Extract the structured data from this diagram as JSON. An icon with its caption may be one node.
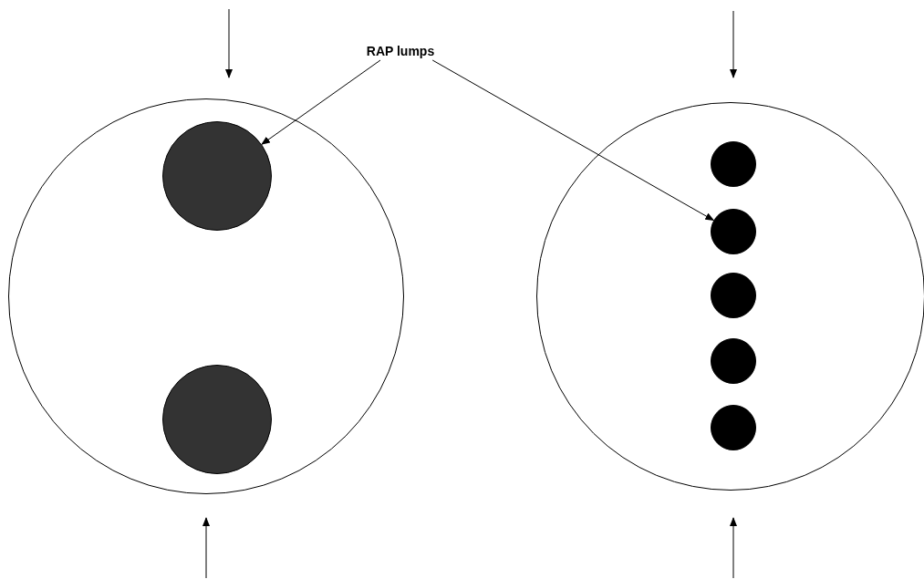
{
  "diagram": {
    "nodes": [
      {
        "text": [
          "RAP lumps"
        ]
      },
      {
        "text": [],
        "shape": "circle"
      },
      {
        "text": [],
        "shape": "circle",
        "in": 1
      },
      {
        "text": [],
        "shape": "circle",
        "in": 1
      },
      {
        "text": [],
        "shape": "circle"
      },
      {
        "text": [],
        "shape": "circle",
        "in": 4
      },
      {
        "text": [],
        "shape": "circle",
        "in": 4
      },
      {
        "text": [],
        "shape": "circle",
        "in": 4
      },
      {
        "text": [],
        "shape": "circle",
        "in": 4
      },
      {
        "text": [],
        "shape": "circle",
        "in": 4
      }
    ],
    "edges": [
      {
        "from": 0,
        "to": 2,
        "arrow": "to"
      },
      {
        "from": 0,
        "to": 6,
        "arrow": "to"
      }
    ]
  }
}
